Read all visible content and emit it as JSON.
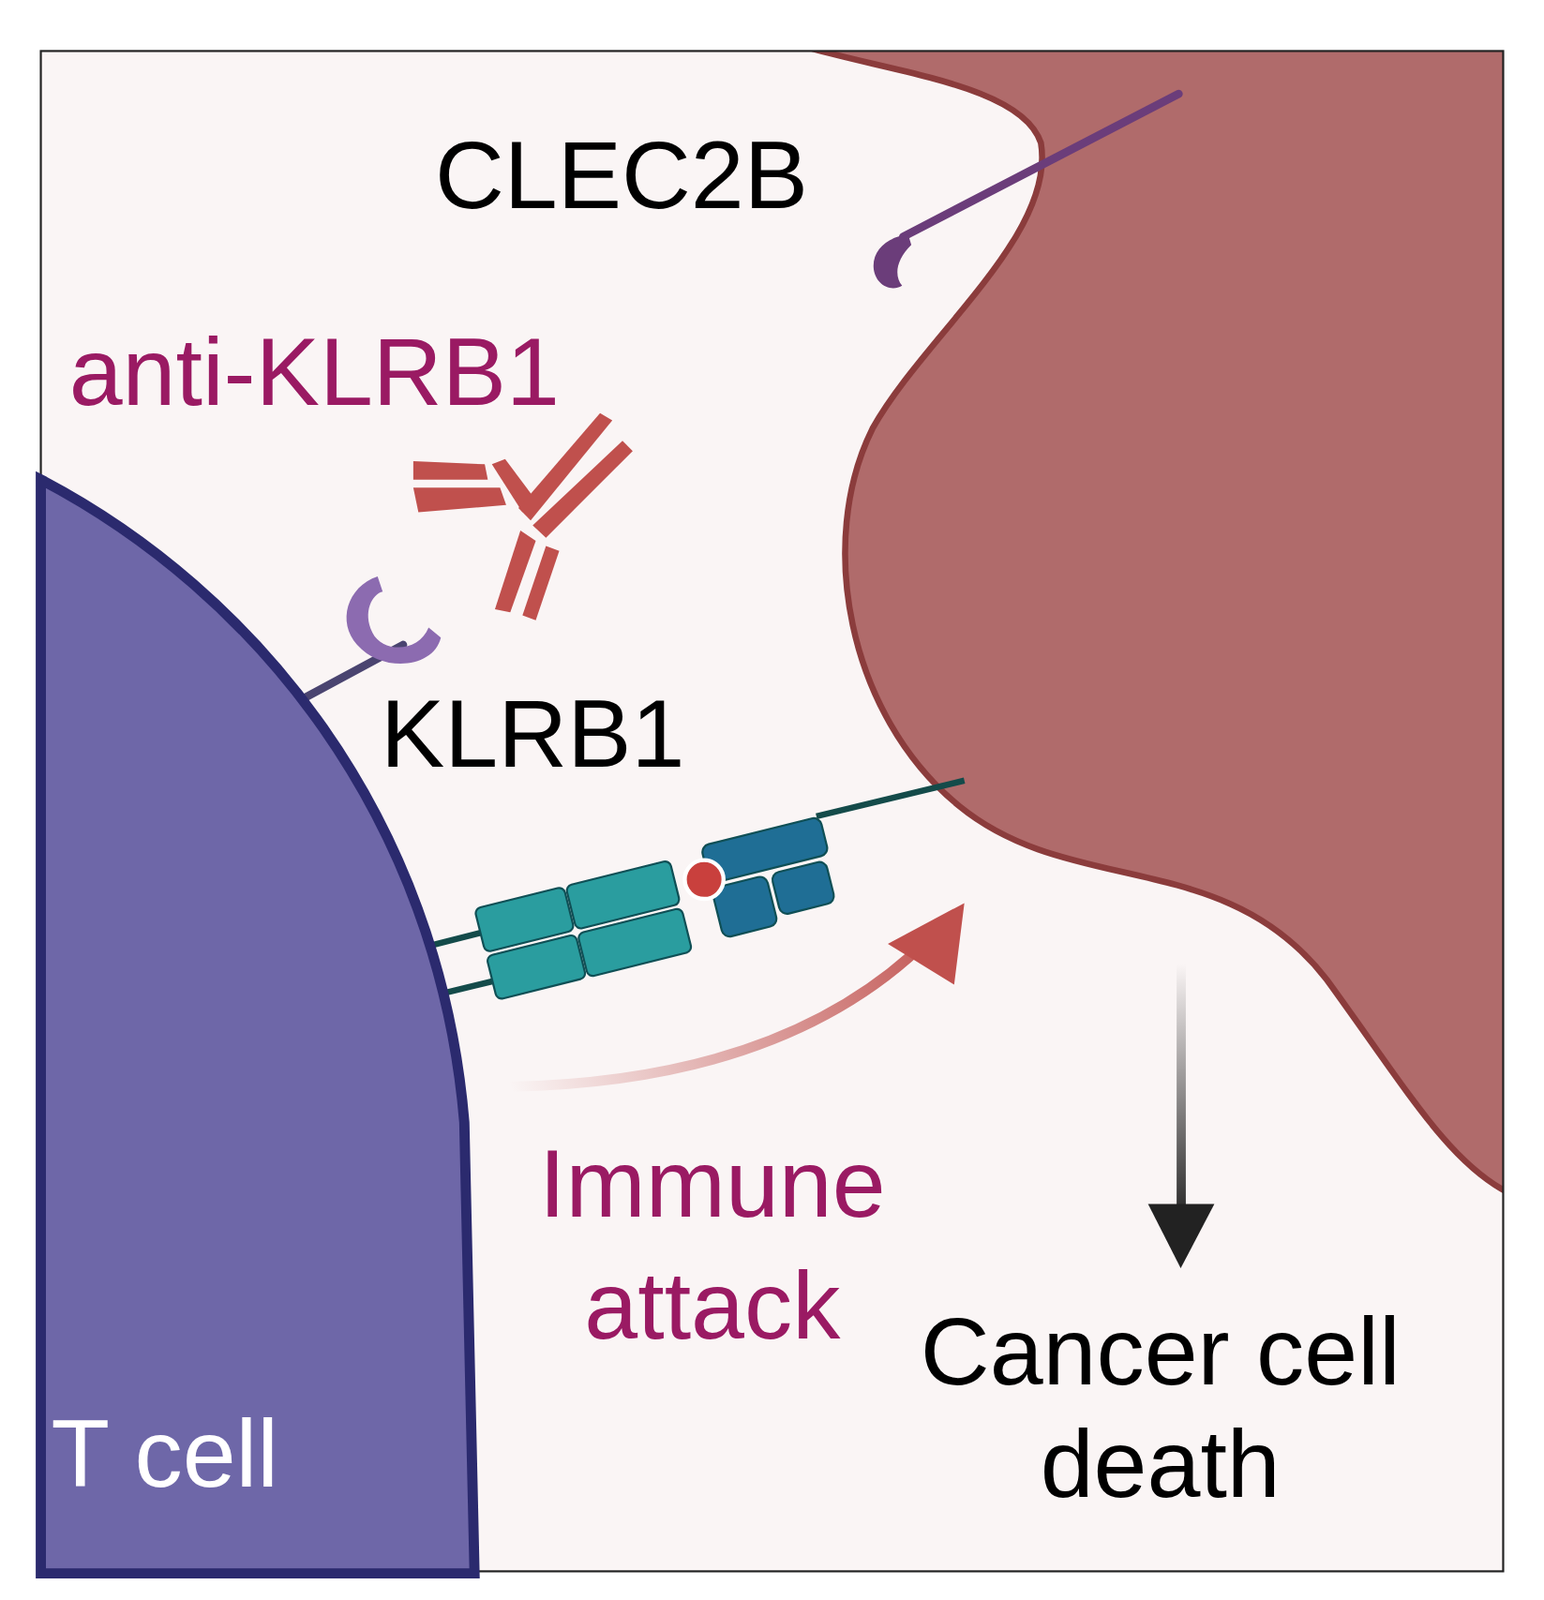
{
  "diagram": {
    "nodes": [
      {
        "text": [
          "T cell"
        ]
      }
    ],
    "labels": [
      "CLEC2B",
      "anti-KLRB1",
      "KLRB1",
      "Immune attack",
      "Cancer cell death"
    ]
  }
}
